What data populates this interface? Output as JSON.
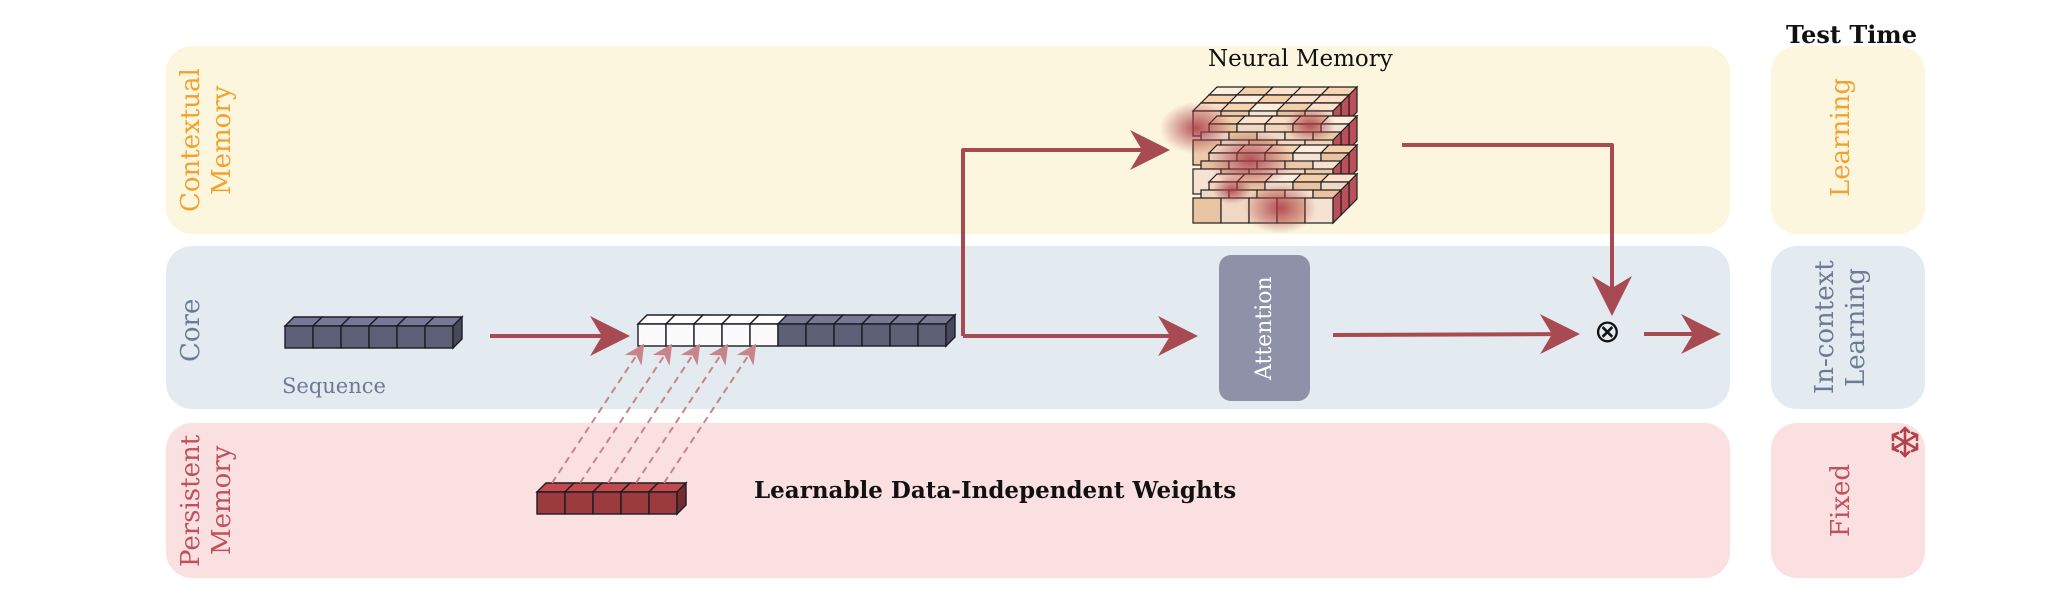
{
  "header": {
    "test_time": "Test Time"
  },
  "rows": {
    "contextual": {
      "label": "Contextual\nMemory",
      "mode": "Learning",
      "color": "#f2a22c",
      "bg": "#fdf6df"
    },
    "core": {
      "label": "Core",
      "mode": "In-context\nLearning",
      "color": "#6b7a95",
      "bg": "#e3ebf1"
    },
    "persistent": {
      "label": "Persistent\nMemory",
      "mode": "Fixed",
      "color": "#c0505a",
      "bg": "#fbe0e2"
    }
  },
  "nodes": {
    "neural_memory": "Neural Memory",
    "attention": "Attention",
    "sequence": "Sequence",
    "weights": "Learnable Data-Independent Weights",
    "combine_symbol": "⊗",
    "frozen_icon": "snowflake-icon"
  },
  "colors": {
    "arrow": "#a84a52",
    "seq_block": "#5e6078",
    "weight_block": "#9b3b3d",
    "attention_bg": "#8f91a8"
  }
}
